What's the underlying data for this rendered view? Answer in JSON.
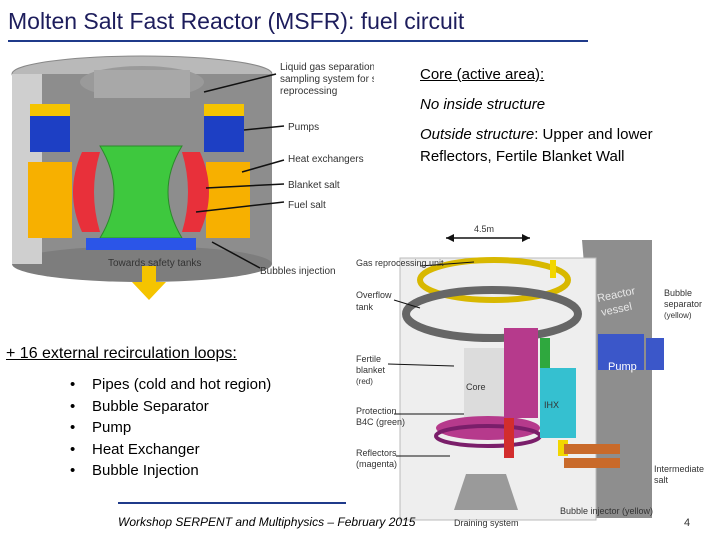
{
  "slide": {
    "title": "Molten Salt Fast Reactor (MSFR): fuel circuit",
    "page_number": "4",
    "footer": "Workshop SERPENT and Multiphysics – February 2015"
  },
  "core": {
    "heading": "Core (active area):",
    "inside": "No inside structure",
    "outside_label": "Outside structure",
    "outside_text": ": Upper and lower Reflectors, Fertile Blanket Wall"
  },
  "loops": {
    "heading": "+ 16 external recirculation loops:",
    "items": [
      "Pipes (cold and hot region)",
      "Bubble Separator",
      "Pump",
      "Heat Exchanger",
      "Bubble Injection"
    ]
  },
  "figure_left": {
    "labels": {
      "gas": [
        "Liquid gas separation and",
        "sampling system for salt",
        "reprocessing"
      ],
      "pumps": "Pumps",
      "hx": "Heat exchangers",
      "blanket": "Blanket salt",
      "fuel": "Fuel salt",
      "tanks": "Towards safety tanks",
      "bubbles": "Bubbles injection"
    }
  },
  "figure_right": {
    "labels": {
      "dim": "4.5m",
      "gas_unit": "Gas reprocessing unit",
      "overflow": [
        "Overflow",
        "tank"
      ],
      "fertile": [
        "Fertile",
        "blanket",
        "(red)"
      ],
      "protection": [
        "Protection",
        "B4C (green)"
      ],
      "reflectors": [
        "Reflectors",
        "(magenta)"
      ],
      "draining": "Draining system",
      "core": "Core",
      "vessel": [
        "Reactor",
        "vessel"
      ],
      "separator": [
        "Bubble",
        "separator",
        "(yellow)"
      ],
      "pump": "Pump",
      "ihx": "IHX",
      "intermediate": [
        "Intermediate",
        "salt"
      ],
      "injector": "Bubble injector (yellow)"
    }
  }
}
